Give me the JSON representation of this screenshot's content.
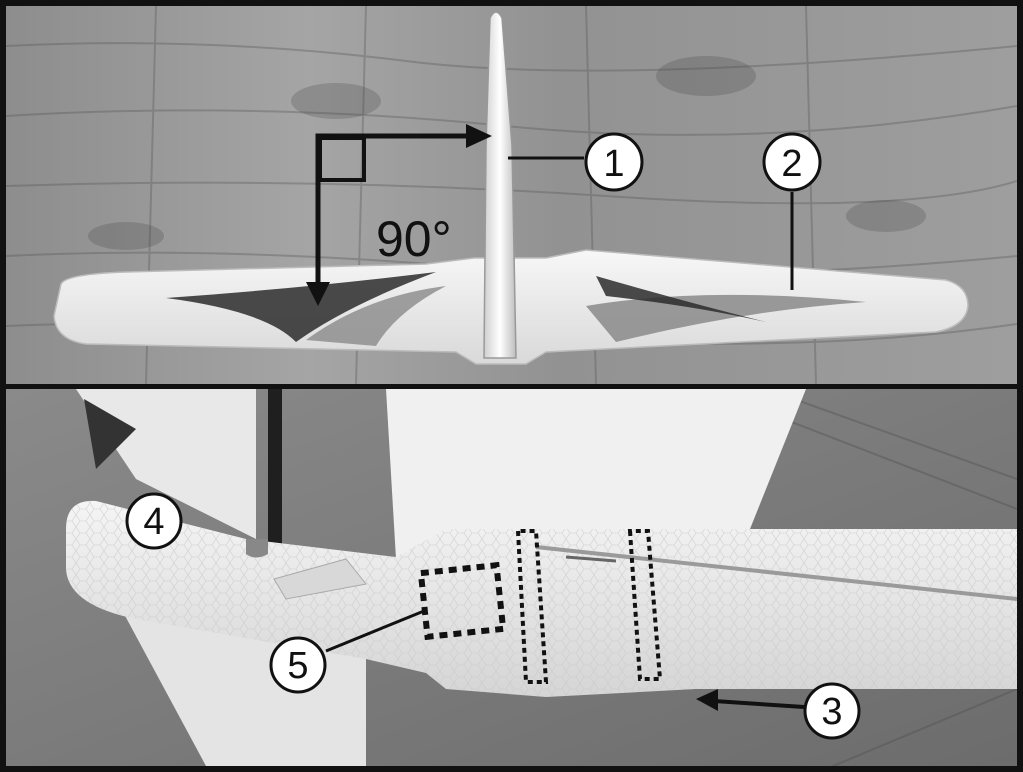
{
  "figure": {
    "angle_label": "90°",
    "callouts": {
      "c1": "1",
      "c2": "2",
      "c3": "3",
      "c4": "4",
      "c5": "5"
    },
    "colors": {
      "frame": "#111111",
      "foam": "#f2f2f2",
      "wood_light": "#9a9a9a",
      "wood_dark": "#6e6e6e",
      "stripe_dark": "#2b2b2b",
      "stripe_mid": "#8a8a8a"
    }
  }
}
